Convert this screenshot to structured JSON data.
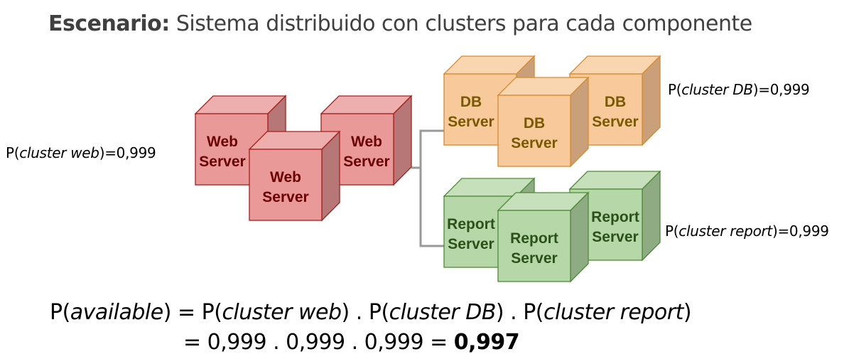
{
  "title": {
    "bold": "Escenario:",
    "rest": " Sistema distribuido con clusters para cada componente"
  },
  "clusters": [
    {
      "id": "web",
      "label_lines": [
        "Web",
        "Server"
      ],
      "fill": "#ea9999",
      "top": "#eeaeae",
      "side": "#b87777",
      "stroke": "#a51e1e",
      "text": "#6b0000",
      "prob": {
        "pre": "P(",
        "name": "cluster web",
        "post": ")=0,999"
      }
    },
    {
      "id": "db",
      "label_lines": [
        "DB",
        "Server"
      ],
      "fill": "#f8c99a",
      "top": "#fad6b0",
      "side": "#c9a07a",
      "stroke": "#d68a2e",
      "text": "#7a5a00",
      "prob": {
        "pre": "P(",
        "name": "cluster DB",
        "post": ")=0,999"
      }
    },
    {
      "id": "report",
      "label_lines": [
        "Report",
        "Server"
      ],
      "fill": "#b6d7a8",
      "top": "#c5e0ba",
      "side": "#8fab84",
      "stroke": "#4e8a35",
      "text": "#2a5218",
      "prob": {
        "pre": "P(",
        "name": "cluster report",
        "post": ")=0,999"
      }
    }
  ],
  "connector_color": "#999999",
  "formula": {
    "line1": [
      "P(",
      "available",
      ") = P(",
      "cluster web",
      ") . P(",
      "cluster DB",
      ") . P(",
      "cluster report",
      ")"
    ],
    "line2_prefix": "= 0,999 . 0,999 . 0,999 = ",
    "result": "0,997"
  }
}
